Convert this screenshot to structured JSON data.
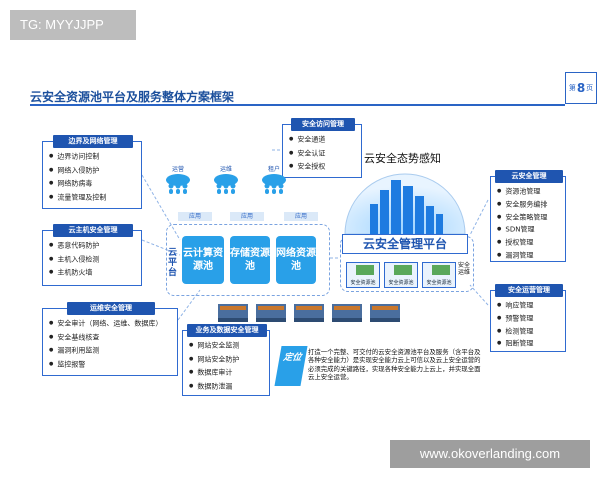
{
  "corner_tag": "TG: MYYJJPP",
  "title": "云安全资源池平台及服务整体方案框架",
  "page": {
    "pre": "第",
    "num": "8",
    "post": "页"
  },
  "left_panels": [
    {
      "header": "边界及网络管理",
      "items": [
        "边界访问控制",
        "网络入侵防护",
        "网络防病毒",
        "流量管理及控制"
      ]
    },
    {
      "header": "云主机安全管理",
      "items": [
        "恶意代码防护",
        "主机入侵检测",
        "主机防火墙"
      ]
    },
    {
      "header": "运维安全管理",
      "items": [
        "安全审计（网络、运维、数据库）",
        "安全基线核查",
        "漏洞利用监测",
        "监控报警"
      ]
    }
  ],
  "access_panel": {
    "header": "安全访问管理",
    "items": [
      "安全通道",
      "安全认证",
      "安全授权"
    ]
  },
  "users": [
    "运营",
    "运维",
    "租户"
  ],
  "app_labels": [
    "应用",
    "应用",
    "应用"
  ],
  "cloud_platform_label": "云平台",
  "core_pools": [
    "云计算资源池",
    "存储资源池",
    "网络资源池"
  ],
  "data_panel": {
    "header": "业务及数据安全管理",
    "items": [
      "网站安全监测",
      "网站安全防护",
      "数据库审计",
      "数据防泄漏"
    ]
  },
  "awareness_label": "云安全态势感知",
  "platform_label": "云安全管理平台",
  "sub_pools": [
    "安全资源池",
    "安全资源池",
    "安全资源池"
  ],
  "sub_tail": "安全运维",
  "right_panels": [
    {
      "header": "云安全管理",
      "items": [
        "资源池管理",
        "安全服务编排",
        "安全策略管理",
        "SDN管理",
        "授权管理",
        "漏洞管理"
      ]
    },
    {
      "header": "安全运营管理",
      "items": [
        "响应管理",
        "预警管理",
        "检测管理",
        "阻断管理"
      ]
    }
  ],
  "position": {
    "badge": "定位",
    "text": "打造一个完整、可交付的云安全资源池平台及服务（含平台及各种安全能力）是实现安全能力云上可信以及云上安全运营的必须完成的关键路径，实现各种安全能力上云上，并实现全面云上安全运营。"
  },
  "watermark": "www.okoverlanding.com",
  "colors": {
    "accent": "#1f55b0",
    "core": "#29a0e8",
    "title": "#1b4f9c"
  }
}
